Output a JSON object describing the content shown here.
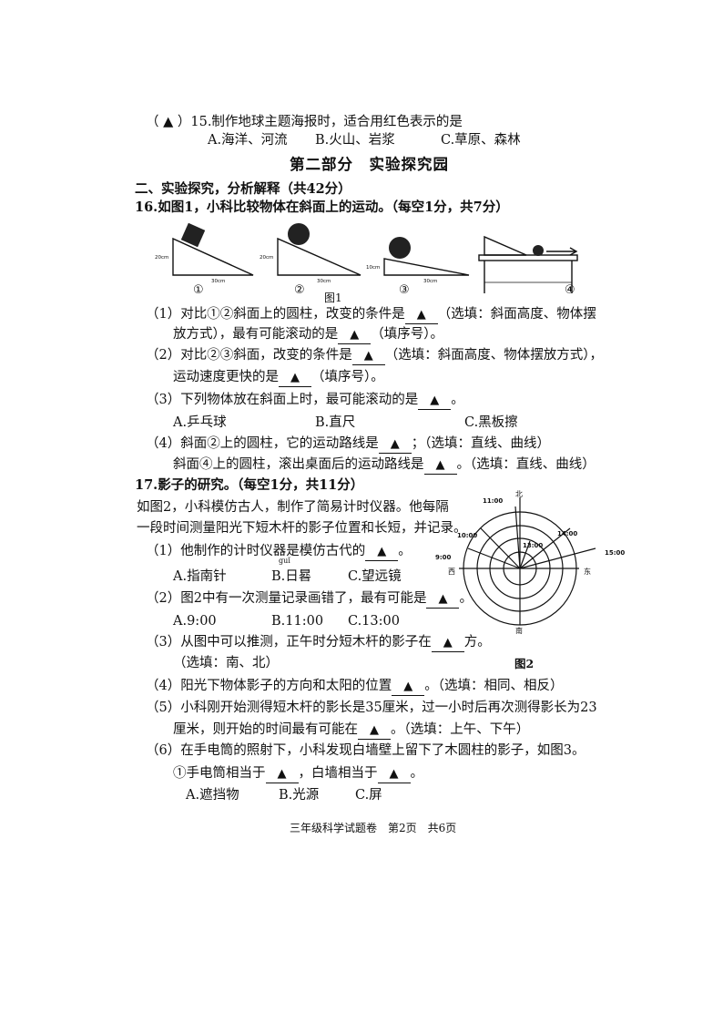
{
  "q15": {
    "stem": "（ ▲ ）15.制作地球主题海报时，适合用红色表示的是",
    "a": "A.海洋、河流",
    "b": "B.火山、岩浆",
    "c": "C.草原、森林"
  },
  "part2_title": "第二部分　实验探究园",
  "section2": "二、实验探究，分析解释（共42分）",
  "q16": {
    "title": "16.如图1，小科比较物体在斜面上的运动。（每空1分，共7分）",
    "fig_label": "图1",
    "dims": {
      "h1": "20cm",
      "w1": "30cm",
      "h2": "20cm",
      "w2": "30cm",
      "h3": "10cm",
      "w3": "30cm"
    },
    "nums": [
      "①",
      "②",
      "③",
      "④"
    ],
    "p1a_pre": "（1）对比①②斜面上的圆柱，改变的条件是",
    "p1a_post": "（选填：斜面高度、物体摆",
    "p1b_pre": "放方式），最有可能滚动的是",
    "p1b_post": "（填序号）。",
    "p2a_pre": "（2）对比②③斜面，改变的条件是",
    "p2a_post": "（选填：斜面高度、物体摆放方式），",
    "p2b_pre": "运动速度更快的是",
    "p2b_post": "（填序号）。",
    "p3_pre": "（3）下列物体放在斜面上时，最可能滚动的是",
    "p3_post": "。",
    "p3_a": "A.乒乓球",
    "p3_b": "B.直尺",
    "p3_c": "C.黑板擦",
    "p4a_pre": "（4）斜面②上的圆柱，它的运动路线是",
    "p4a_post": "；（选填：直线、曲线）",
    "p4b_pre": "斜面④上的圆柱，滚出桌面后的运动路线是",
    "p4b_post": "。（选填：直线、曲线）"
  },
  "q17": {
    "title": "17.影子的研究。（每空1分，共11分）",
    "intro1": "如图2，小科模仿古人，制作了简易计时仪器。他每隔",
    "intro2": "一段时间测量阳光下短木杆的影子位置和长短，并记录。",
    "p1_pre": "（1）他制作的计时仪器是模仿古代的",
    "p1_post": "。",
    "p1_a": "A.指南针",
    "p1_b": "B.日晷",
    "p1_b_pinyin": "guǐ",
    "p1_c": "C.望远镜",
    "p2_pre": "（2）图2中有一次测量记录画错了，最有可能是",
    "p2_post": "。",
    "p2_a": "A.9:00",
    "p2_b": "B.11:00",
    "p2_c": "C.13:00",
    "p3a_pre": "（3）从图中可以推测，正午时分短木杆的影子在",
    "p3a_post": "方。",
    "p3b": "（选填：南、北）",
    "p4_pre": "（4）阳光下物体影子的方向和太阳的位置",
    "p4_post": "。（选填：相同、相反）",
    "p5a": "（5）小科刚开始测得短木杆的影长是35厘米，过一小时后再次测得影长为23",
    "p5b_pre": "厘米，则开始的时间最有可能在",
    "p5b_post": "。（选填：上午、下午）",
    "p6": "（6）在手电筒的照射下，小科发现白墙壁上留下了木圆柱的影子，如图3。",
    "p6a_pre": "①手电筒相当于",
    "p6a_mid": "，白墙相当于",
    "p6a_post": "。",
    "p6_a": "A.遮挡物",
    "p6_b": "B.光源",
    "p6_c": "C.屏",
    "fig_label": "图2",
    "dirs": {
      "n": "北",
      "s": "南",
      "w": "西",
      "e": "东"
    },
    "times": {
      "t1100": "11:00",
      "t1000": "10:00",
      "t1400": "14:00",
      "t1300": "13:00",
      "t900": "9:00",
      "t1500": "15:00"
    }
  },
  "blank_mark": "▲",
  "footer": "三年级科学试题卷　第2页　共6页"
}
